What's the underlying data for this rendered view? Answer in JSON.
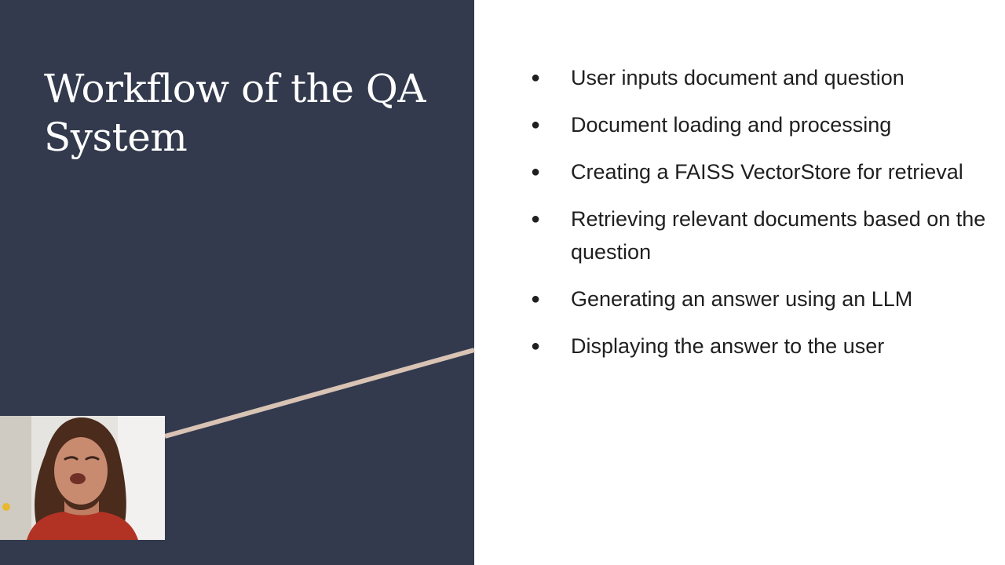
{
  "slide": {
    "title": "Workflow of the QA System",
    "bullets": [
      "User inputs document and question",
      "Document loading and processing",
      "Creating a FAISS VectorStore for retrieval",
      "Retrieving relevant documents based on the question",
      "Generating an answer using an LLM",
      "Displaying the answer to the user"
    ]
  },
  "colors": {
    "left_panel": "#333a4d",
    "right_panel": "#ffffff",
    "accent_line": "#d8c3b4",
    "title_text": "#ffffff",
    "body_text": "#1f1f1f"
  },
  "webcam": {
    "icon": "presenter-video-feed"
  }
}
